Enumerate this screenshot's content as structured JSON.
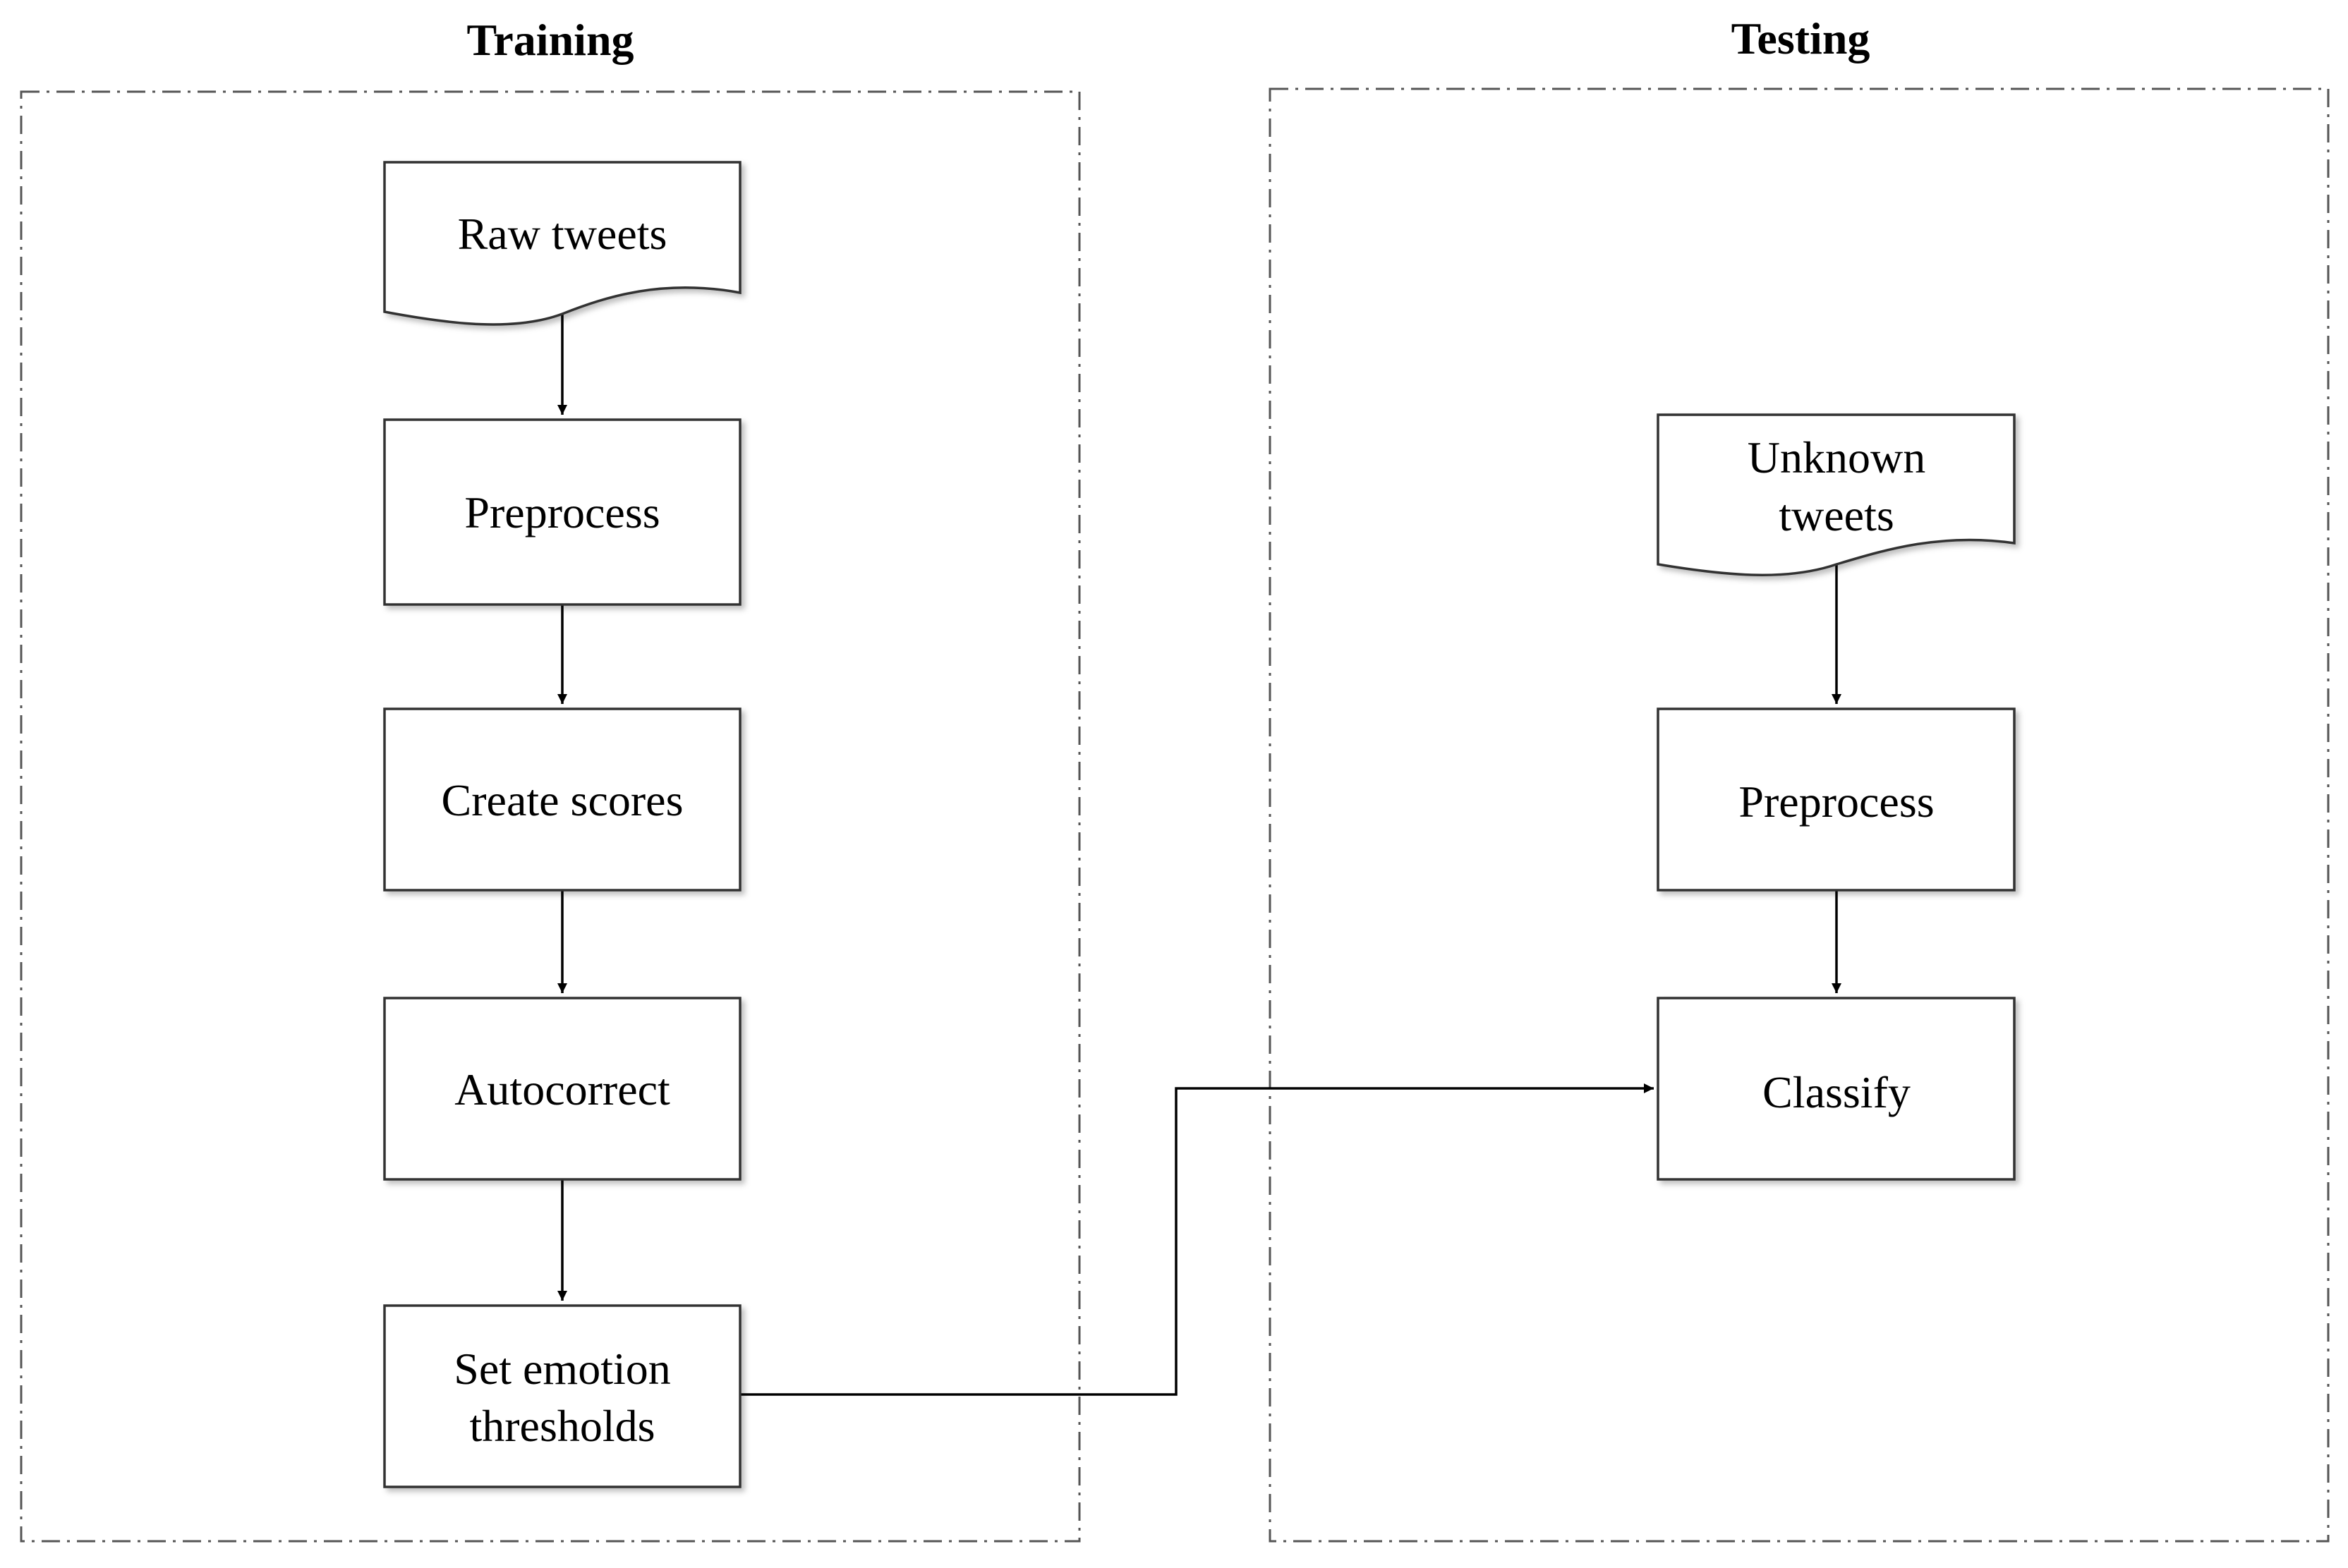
{
  "sections": {
    "training": {
      "title": "Training"
    },
    "testing": {
      "title": "Testing"
    }
  },
  "nodes": {
    "raw_tweets": {
      "lines": [
        "Raw tweets"
      ],
      "shape": "document"
    },
    "preprocess_train": {
      "lines": [
        "Preprocess"
      ],
      "shape": "process"
    },
    "create_scores": {
      "lines": [
        "Create scores"
      ],
      "shape": "process"
    },
    "autocorrect": {
      "lines": [
        "Autocorrect"
      ],
      "shape": "process"
    },
    "set_thresholds": {
      "lines": [
        "Set emotion",
        "thresholds"
      ],
      "shape": "process"
    },
    "unknown_tweets": {
      "lines": [
        "Unknown",
        "tweets"
      ],
      "shape": "document"
    },
    "preprocess_test": {
      "lines": [
        "Preprocess"
      ],
      "shape": "process"
    },
    "classify": {
      "lines": [
        "Classify"
      ],
      "shape": "process"
    }
  },
  "edges": [
    {
      "from": "raw_tweets",
      "to": "preprocess_train"
    },
    {
      "from": "preprocess_train",
      "to": "create_scores"
    },
    {
      "from": "create_scores",
      "to": "autocorrect"
    },
    {
      "from": "autocorrect",
      "to": "set_thresholds"
    },
    {
      "from": "unknown_tweets",
      "to": "preprocess_test"
    },
    {
      "from": "preprocess_test",
      "to": "classify"
    },
    {
      "from": "set_thresholds",
      "to": "classify"
    }
  ],
  "colors": {
    "stroke": "#333333",
    "frame": "#555555",
    "text": "#000000",
    "background": "#ffffff"
  }
}
